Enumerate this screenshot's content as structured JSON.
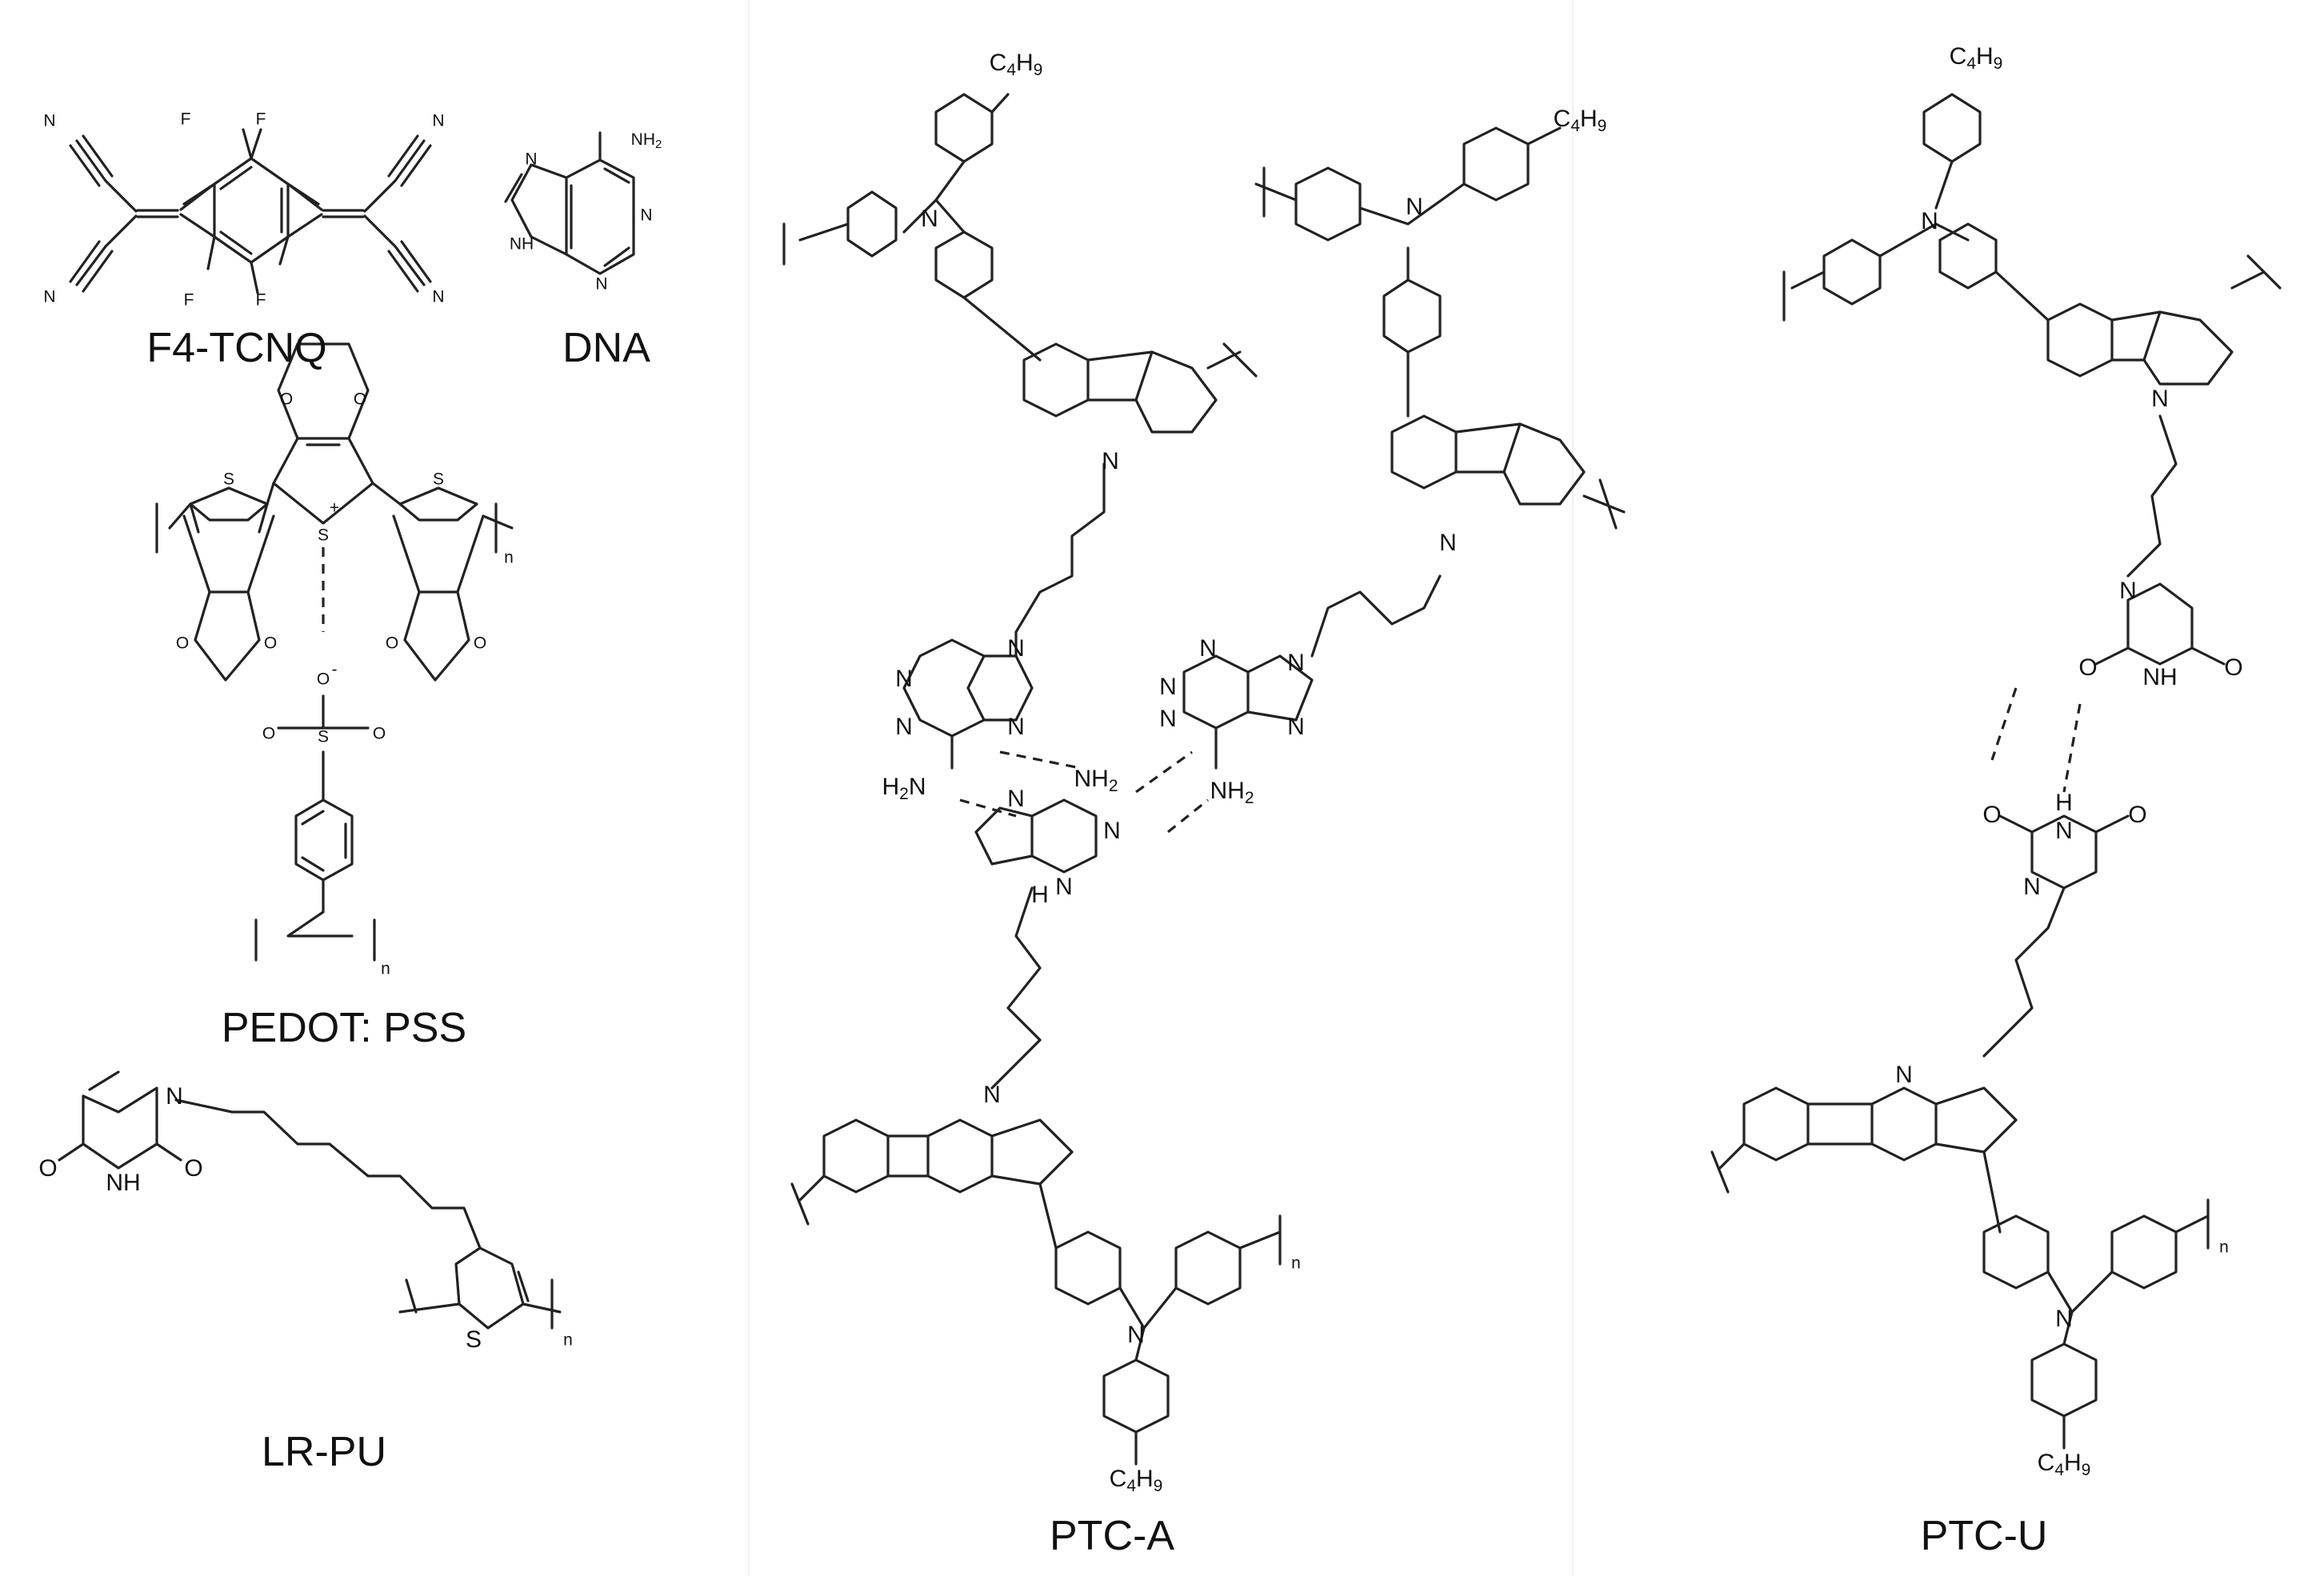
{
  "captions": {
    "f4tcnq": "F4-TCNQ",
    "dna": "DNA",
    "pedot": "PEDOT: PSS",
    "lrpu": "LR-PU",
    "ptca": "PTC-A",
    "ptcu": "PTC-U"
  },
  "atoms": {
    "n": "N",
    "s": "S",
    "o": "O",
    "f": "F",
    "h": "H",
    "nh": "NH",
    "nh2": "NH",
    "h2n": "H",
    "c": "C",
    "sub_2": "2",
    "sub_4": "4",
    "sub_9": "9",
    "n_index": "n",
    "plus": "+",
    "minus": "-"
  }
}
